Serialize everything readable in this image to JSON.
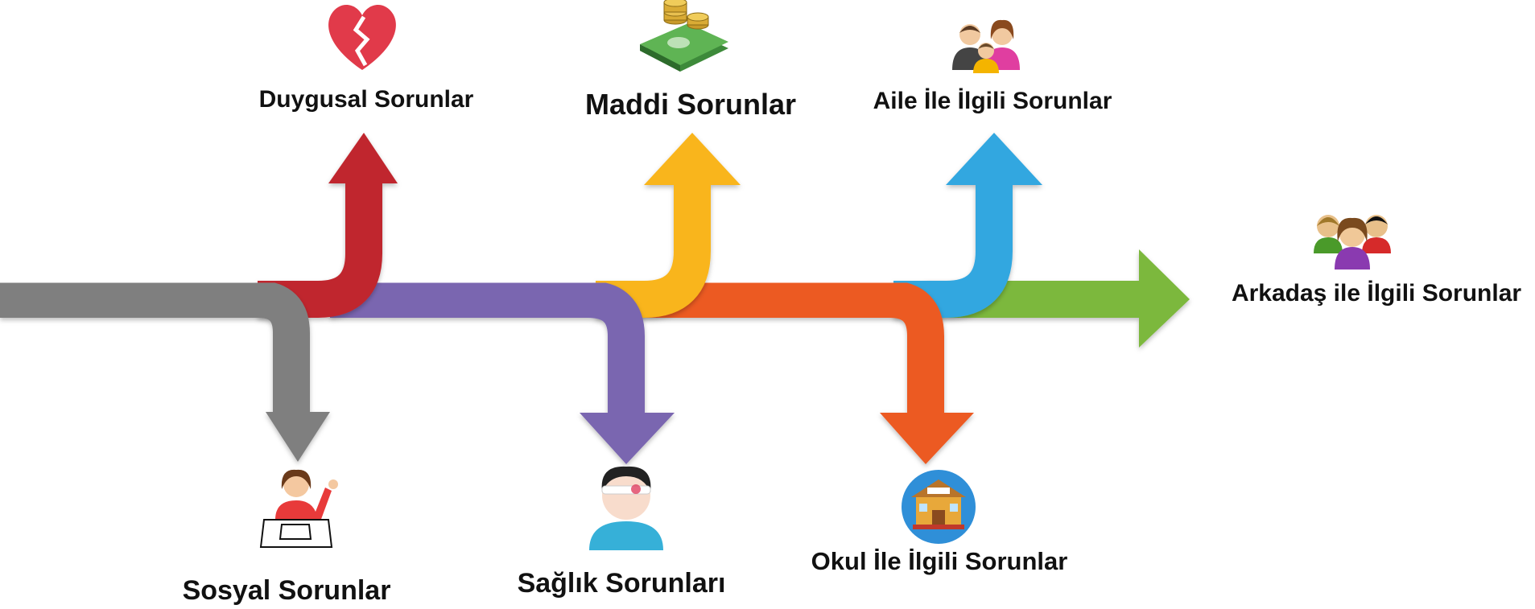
{
  "categories": [
    {
      "id": "duygusal",
      "label": "Duygusal Sorunlar",
      "color": "#c0262d",
      "icon": "broken-heart-icon",
      "direction": "up"
    },
    {
      "id": "maddi",
      "label": "Maddi Sorunlar",
      "color": "#f9b51e",
      "icon": "money-icon",
      "direction": "up"
    },
    {
      "id": "aile",
      "label": "Aile İle İlgili Sorunlar",
      "color": "#33a7e0",
      "icon": "family-icon",
      "direction": "up"
    },
    {
      "id": "arkadas",
      "label": "Arkadaş ile İlgili Sorunlar",
      "color": "#7cb83e",
      "icon": "friends-icon",
      "direction": "right"
    },
    {
      "id": "sosyal",
      "label": "Sosyal Sorunlar",
      "color": "#7f7f7f",
      "icon": "student-icon",
      "direction": "down"
    },
    {
      "id": "saglik",
      "label": "Sağlık Sorunları",
      "color": "#7a66b0",
      "icon": "injured-person-icon",
      "direction": "down"
    },
    {
      "id": "okul",
      "label": "Okul İle İlgili Sorunlar",
      "color": "#ec5a24",
      "icon": "school-icon",
      "direction": "down"
    }
  ]
}
